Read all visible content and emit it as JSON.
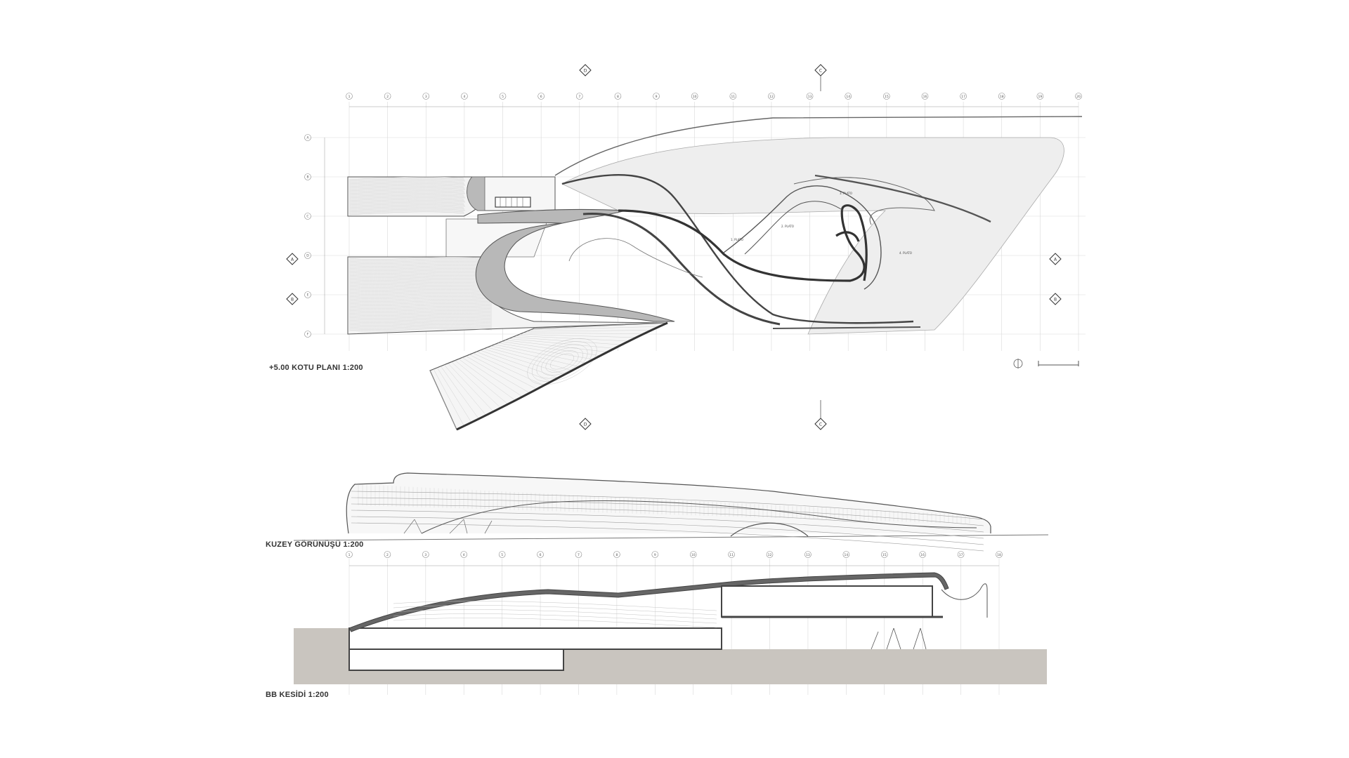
{
  "drawings": {
    "plan": {
      "title": "+5.00 KOTU PLANI  1:200",
      "column_labels": [
        "1",
        "2",
        "3",
        "4",
        "5",
        "6",
        "7",
        "8",
        "9",
        "10",
        "11",
        "12",
        "13",
        "14",
        "15",
        "16",
        "17",
        "18",
        "19",
        "20"
      ],
      "row_labels": [
        "A",
        "B",
        "C",
        "D",
        "E",
        "F"
      ],
      "section_markers": [
        "A",
        "B",
        "C",
        "D"
      ],
      "room_labels": [
        "1. PLATO",
        "2. PLATO",
        "3. PLATO",
        "4. PLATO"
      ]
    },
    "elevation": {
      "title": "KUZEY GÖRÜNÜŞÜ 1:200"
    },
    "section": {
      "title": "BB KESİDİ 1:200",
      "column_labels": [
        "1",
        "2",
        "3",
        "4",
        "5",
        "6",
        "7",
        "8",
        "9",
        "10",
        "11",
        "12",
        "13",
        "14",
        "15",
        "16",
        "17",
        "18"
      ]
    }
  },
  "colors": {
    "line": "#555555",
    "grid": "#d9d9d9",
    "fill_light": "#eeeeee",
    "ramp": "#b5b5b5",
    "ground": "#c9c5bf"
  }
}
